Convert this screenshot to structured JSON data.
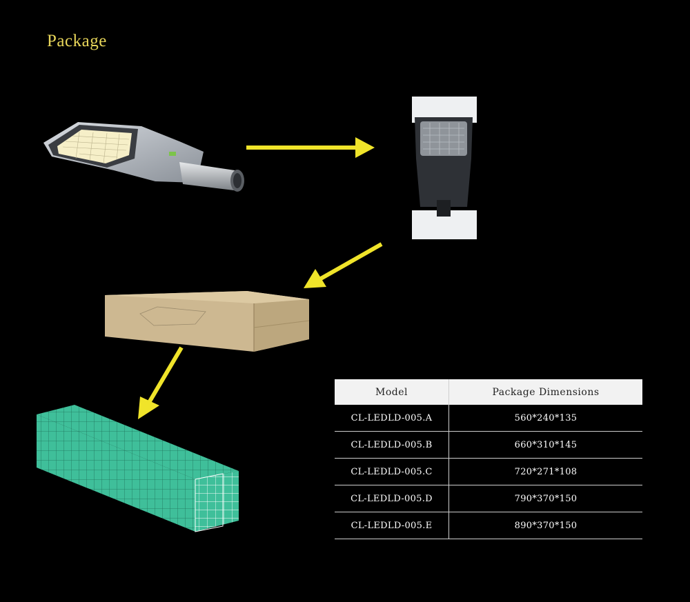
{
  "title": "Package",
  "table": {
    "headers": [
      "Model",
      "Package Dimensions"
    ],
    "rows": [
      [
        "CL-LEDLD-005.A",
        "560*240*135"
      ],
      [
        "CL-LEDLD-005.B",
        "660*310*145"
      ],
      [
        "CL-LEDLD-005.C",
        "720*271*108"
      ],
      [
        "CL-LEDLD-005.D",
        "790*370*150"
      ],
      [
        "CL-LEDLD-005.E",
        "890*370*150"
      ]
    ]
  },
  "colors": {
    "title": "#e8d65a",
    "arrow": "#f0e42a",
    "container": "#3fbf9a"
  }
}
